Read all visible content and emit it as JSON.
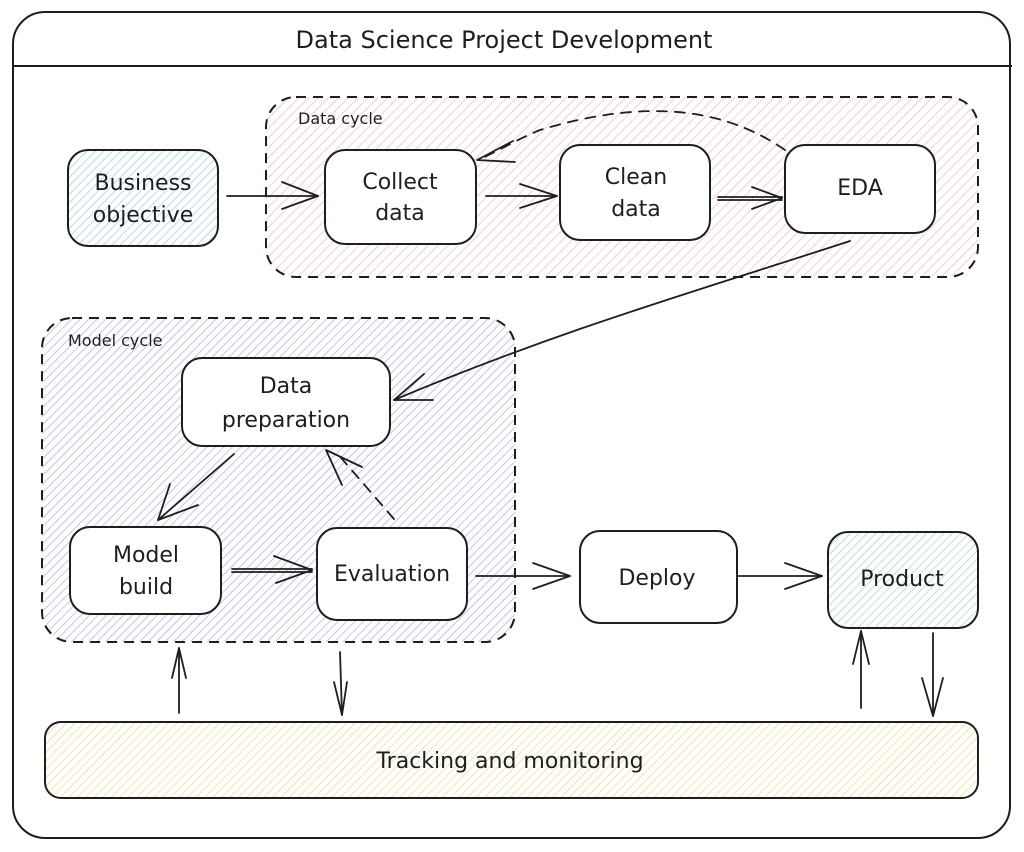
{
  "title": "Data Science Project Development",
  "colors": {
    "stroke": "#1e1e1e",
    "node_fill": "#ffffff",
    "data_cycle_hatch": "#f4b8bb",
    "model_cycle_hatch": "#b8b5e8",
    "business_hatch": "#a5cdea",
    "product_hatch": "#a8dcb5",
    "tracking_hatch": "#efdc8e"
  },
  "groups": {
    "data_cycle": {
      "label": "Data cycle"
    },
    "model_cycle": {
      "label": "Model cycle"
    }
  },
  "nodes": {
    "business_objective": {
      "lines": [
        "Business",
        "objective"
      ]
    },
    "collect_data": {
      "lines": [
        "Collect",
        "data"
      ]
    },
    "clean_data": {
      "lines": [
        "Clean",
        "data"
      ]
    },
    "eda": {
      "lines": [
        "EDA"
      ]
    },
    "data_preparation": {
      "lines": [
        "Data",
        "preparation"
      ]
    },
    "model_build": {
      "lines": [
        "Model",
        "build"
      ]
    },
    "evaluation": {
      "lines": [
        "Evaluation"
      ]
    },
    "deploy": {
      "lines": [
        "Deploy"
      ]
    },
    "product": {
      "lines": [
        "Product"
      ]
    },
    "tracking": {
      "lines": [
        "Tracking and monitoring"
      ]
    }
  },
  "edges": [
    {
      "from": "Business objective",
      "to": "Collect data",
      "style": "solid"
    },
    {
      "from": "Collect data",
      "to": "Clean data",
      "style": "solid"
    },
    {
      "from": "Clean data",
      "to": "EDA",
      "style": "solid"
    },
    {
      "from": "EDA",
      "to": "Collect data",
      "style": "dashed"
    },
    {
      "from": "EDA",
      "to": "Data preparation",
      "style": "solid"
    },
    {
      "from": "Data preparation",
      "to": "Model build",
      "style": "solid"
    },
    {
      "from": "Model build",
      "to": "Evaluation",
      "style": "solid"
    },
    {
      "from": "Evaluation",
      "to": "Data preparation",
      "style": "dashed"
    },
    {
      "from": "Evaluation",
      "to": "Deploy",
      "style": "solid"
    },
    {
      "from": "Deploy",
      "to": "Product",
      "style": "solid"
    },
    {
      "from": "Tracking and monitoring",
      "to": "Model cycle",
      "style": "solid"
    },
    {
      "from": "Model cycle",
      "to": "Tracking and monitoring",
      "style": "solid"
    },
    {
      "from": "Tracking and monitoring",
      "to": "Product",
      "style": "solid"
    },
    {
      "from": "Product",
      "to": "Tracking and monitoring",
      "style": "solid"
    }
  ]
}
